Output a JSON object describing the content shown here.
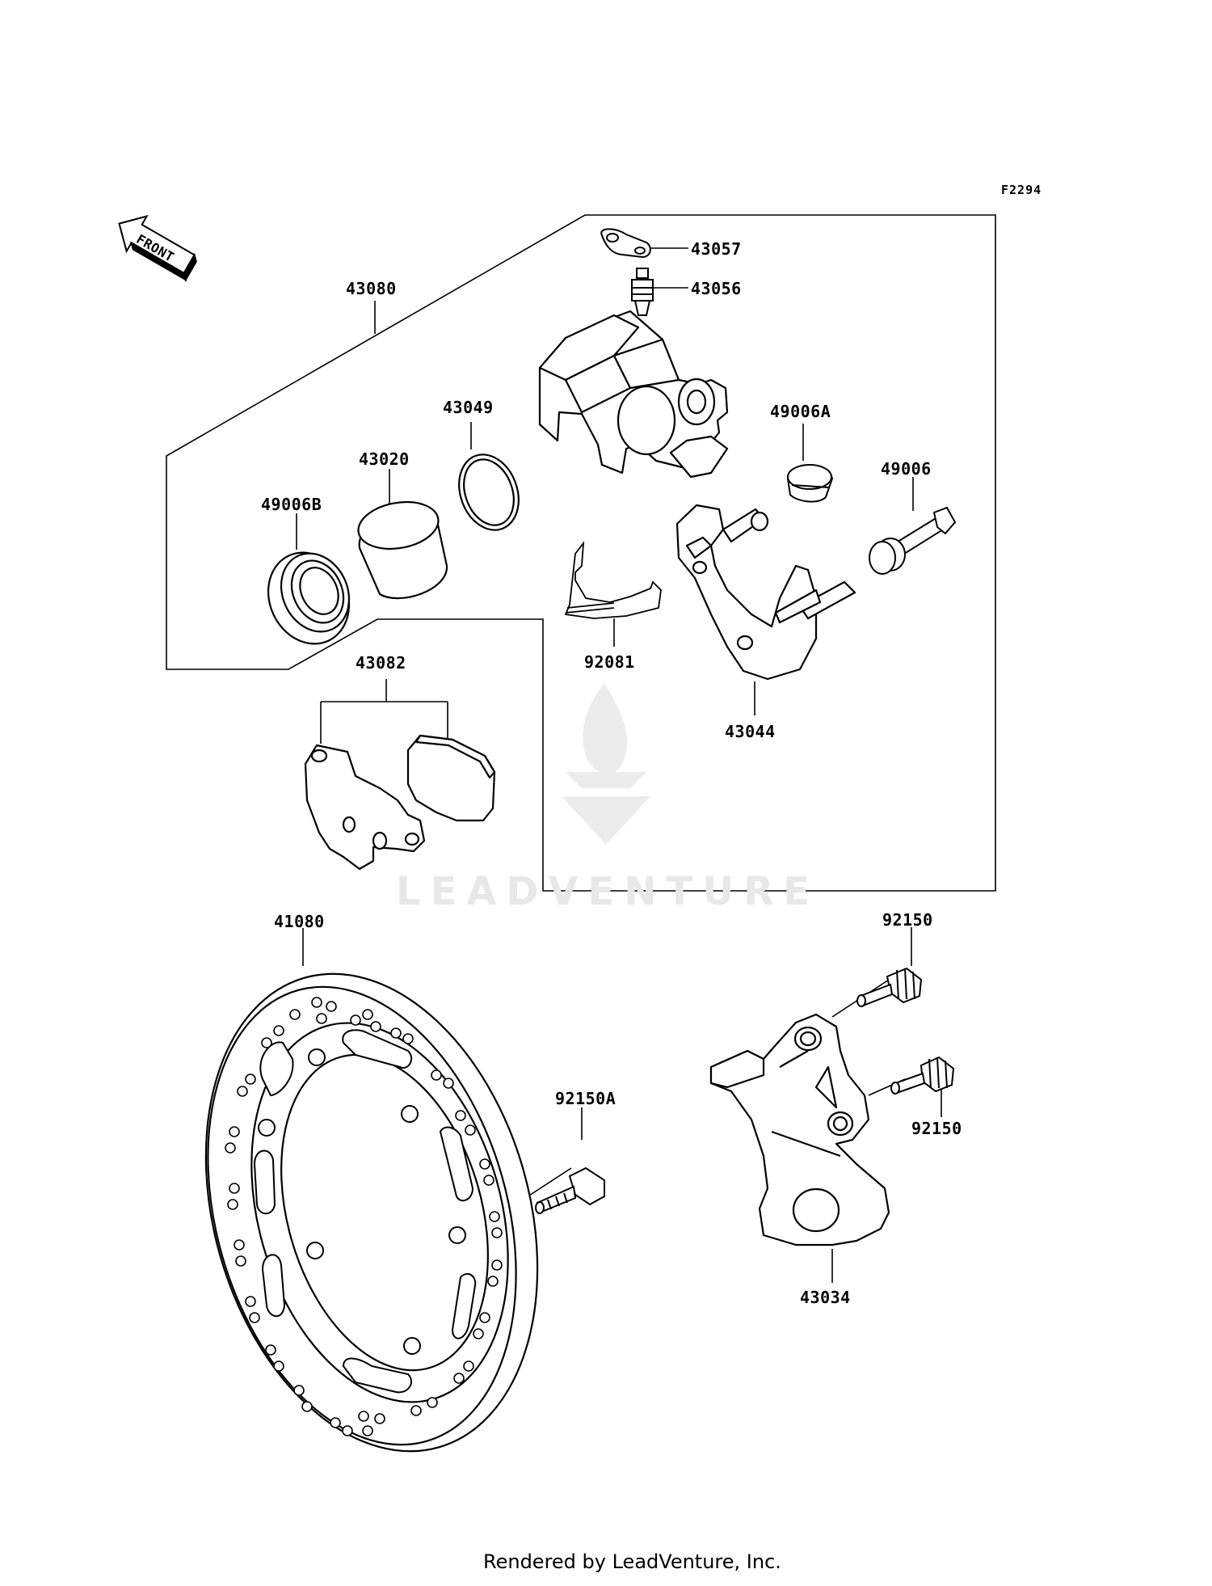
{
  "figure_code": "F2294",
  "front_label": "FRONT",
  "watermark": "LEADVENTURE",
  "footer": "Rendered by LeadVenture, Inc.",
  "parts": {
    "p43057": "43057",
    "p43056": "43056",
    "p43080": "43080",
    "p43049": "43049",
    "p43020": "43020",
    "p49006A": "49006A",
    "p49006": "49006",
    "p49006B": "49006B",
    "p92081": "92081",
    "p43044": "43044",
    "p43082": "43082",
    "p41080": "41080",
    "p92150_top": "92150",
    "p92150A": "92150A",
    "p92150_mid": "92150",
    "p43034": "43034"
  }
}
